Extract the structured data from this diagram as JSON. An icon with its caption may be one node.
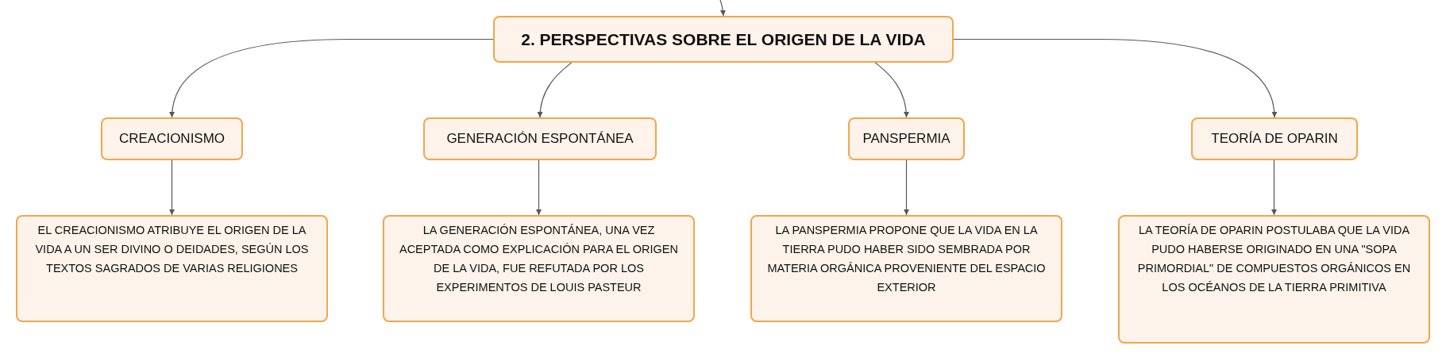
{
  "diagram": {
    "nodes": [
      {
        "text": [
          "2. PERSPECTIVAS SOBRE EL ORIGEN DE LA VIDA"
        ]
      },
      {
        "text": [
          "CREACIONISMO"
        ]
      },
      {
        "text": [
          "GENERACIÓN ESPONTÁNEA"
        ]
      },
      {
        "text": [
          "PANSPERMIA"
        ]
      },
      {
        "text": [
          "TEORÍA DE OPARIN"
        ]
      },
      {
        "text": [
          "EL CREACIONISMO ATRIBUYE EL ORIGEN DE LA VIDA A UN SER DIVINO O DEIDADES, SEGÚN LOS TEXTOS SAGRADOS DE VARIAS RELIGIONES"
        ]
      },
      {
        "text": [
          "LA GENERACIÓN ESPONTÁNEA, UNA VEZ ACEPTADA COMO EXPLICACIÓN PARA EL ORIGEN DE LA VIDA, FUE REFUTADA POR LOS EXPERIMENTOS DE LOUIS PASTEUR"
        ]
      },
      {
        "text": [
          "LA PANSPERMIA PROPONE QUE LA VIDA EN LA TIERRA PUDO HABER SIDO SEMBRADA POR MATERIA ORGÁNICA PROVENIENTE DEL ESPACIO EXTERIOR"
        ]
      },
      {
        "text": [
          "LA TEORÍA DE OPARIN POSTULABA QUE LA VIDA PUDO HABERSE ORIGINADO EN UNA \"SOPA PRIMORDIAL\" DE COMPUESTOS ORGÁNICOS EN LOS OCÉANOS DE LA TIERRA PRIMITIVA"
        ]
      }
    ],
    "edges": [
      {
        "from": null,
        "to": 0,
        "arrow": "to"
      },
      {
        "from": 0,
        "to": 1,
        "arrow": "to"
      },
      {
        "from": 0,
        "to": 2,
        "arrow": "to"
      },
      {
        "from": 0,
        "to": 3,
        "arrow": "to"
      },
      {
        "from": 0,
        "to": 4,
        "arrow": "to"
      },
      {
        "from": 1,
        "to": 5,
        "arrow": "to"
      },
      {
        "from": 2,
        "to": 6,
        "arrow": "to"
      },
      {
        "from": 3,
        "to": 7,
        "arrow": "to"
      },
      {
        "from": 4,
        "to": 8,
        "arrow": "to"
      }
    ]
  }
}
